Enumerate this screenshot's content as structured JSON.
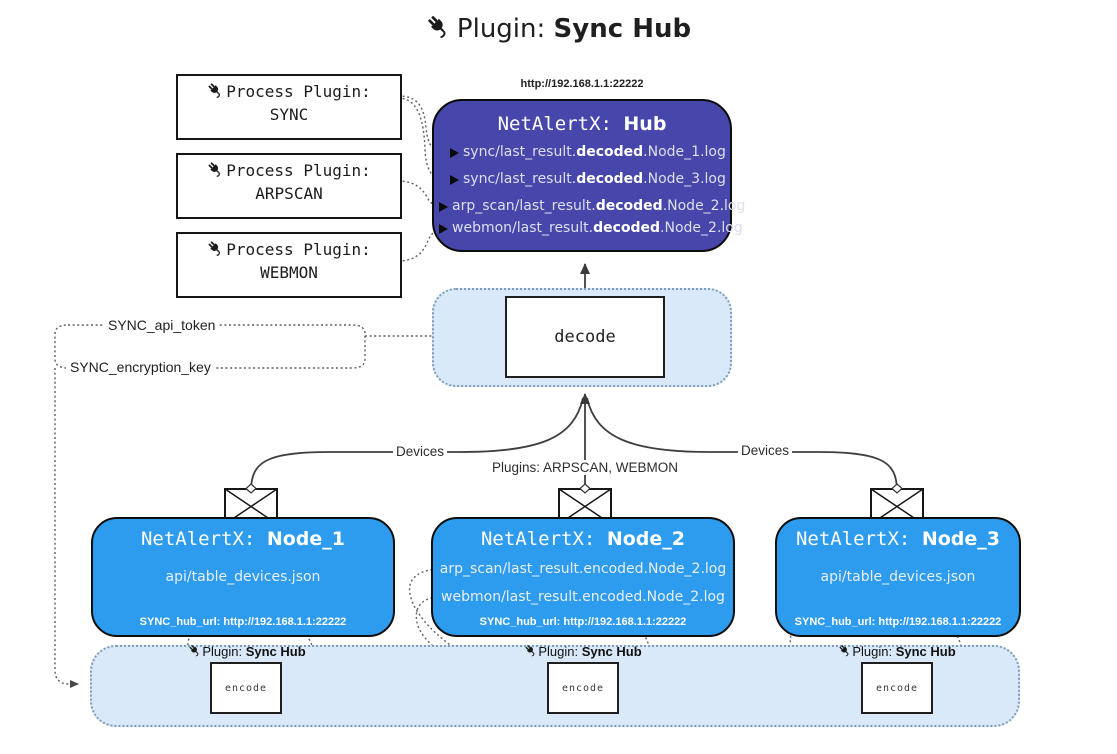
{
  "title": {
    "icon": "plug-icon",
    "prefix": "Plugin:",
    "name": "Sync Hub"
  },
  "process_plugins": [
    {
      "icon": "plug-icon",
      "label": "Process Plugin:",
      "name": "SYNC"
    },
    {
      "icon": "plug-icon",
      "label": "Process Plugin:",
      "name": "ARPSCAN"
    },
    {
      "icon": "plug-icon",
      "label": "Process Plugin:",
      "name": "WEBMON"
    }
  ],
  "hub": {
    "url": "http://192.168.1.1:22222",
    "title_prefix": "NetAlertX: ",
    "title_name": "Hub",
    "lines": [
      {
        "pre": "sync/last_result.",
        "bold": "decoded",
        "post": ".Node_1.log"
      },
      {
        "pre": "sync/last_result.",
        "bold": "decoded",
        "post": ".Node_3.log"
      },
      {
        "pre": "arp_scan/last_result.",
        "bold": "decoded",
        "post": ".Node_2.log"
      },
      {
        "pre": "webmon/last_result.",
        "bold": "decoded",
        "post": ".Node_2.log"
      }
    ]
  },
  "decode_box": {
    "label": "decode"
  },
  "settings": {
    "api_token": "SYNC_api_token",
    "encryption_key": "SYNC_encryption_key"
  },
  "edge_labels": {
    "devices_left": "Devices",
    "plugins": "Plugins: ARPSCAN, WEBMON",
    "devices_right": "Devices"
  },
  "nodes": [
    {
      "title_prefix": "NetAlertX: ",
      "title_name": "Node_1",
      "lines": [
        "api/table_devices.json"
      ],
      "hub_url": "SYNC_hub_url: http://192.168.1.1:22222"
    },
    {
      "title_prefix": "NetAlertX: ",
      "title_name": "Node_2",
      "lines": [
        "arp_scan/last_result.encoded.Node_2.log",
        "webmon/last_result.encoded.Node_2.log"
      ],
      "hub_url": "SYNC_hub_url: http://192.168.1.1:22222"
    },
    {
      "title_prefix": "NetAlertX: ",
      "title_name": "Node_3",
      "lines": [
        "api/table_devices.json"
      ],
      "hub_url": "SYNC_hub_url: http://192.168.1.1:22222"
    }
  ],
  "encoders": [
    {
      "icon": "plug-icon",
      "plugin_prefix": "Plugin: ",
      "plugin_name": "Sync Hub",
      "box_label": "encode"
    },
    {
      "icon": "plug-icon",
      "plugin_prefix": "Plugin: ",
      "plugin_name": "Sync Hub",
      "box_label": "encode"
    },
    {
      "icon": "plug-icon",
      "plugin_prefix": "Plugin: ",
      "plugin_name": "Sync Hub",
      "box_label": "encode"
    }
  ],
  "colors": {
    "hub_fill": "#4747ab",
    "node_fill": "#2d9bee",
    "panel_fill": "#d9e9fa",
    "panel_border": "#7f9db9",
    "solid_line": "#3f3f3f",
    "dotted_line": "#5f5f5f"
  }
}
